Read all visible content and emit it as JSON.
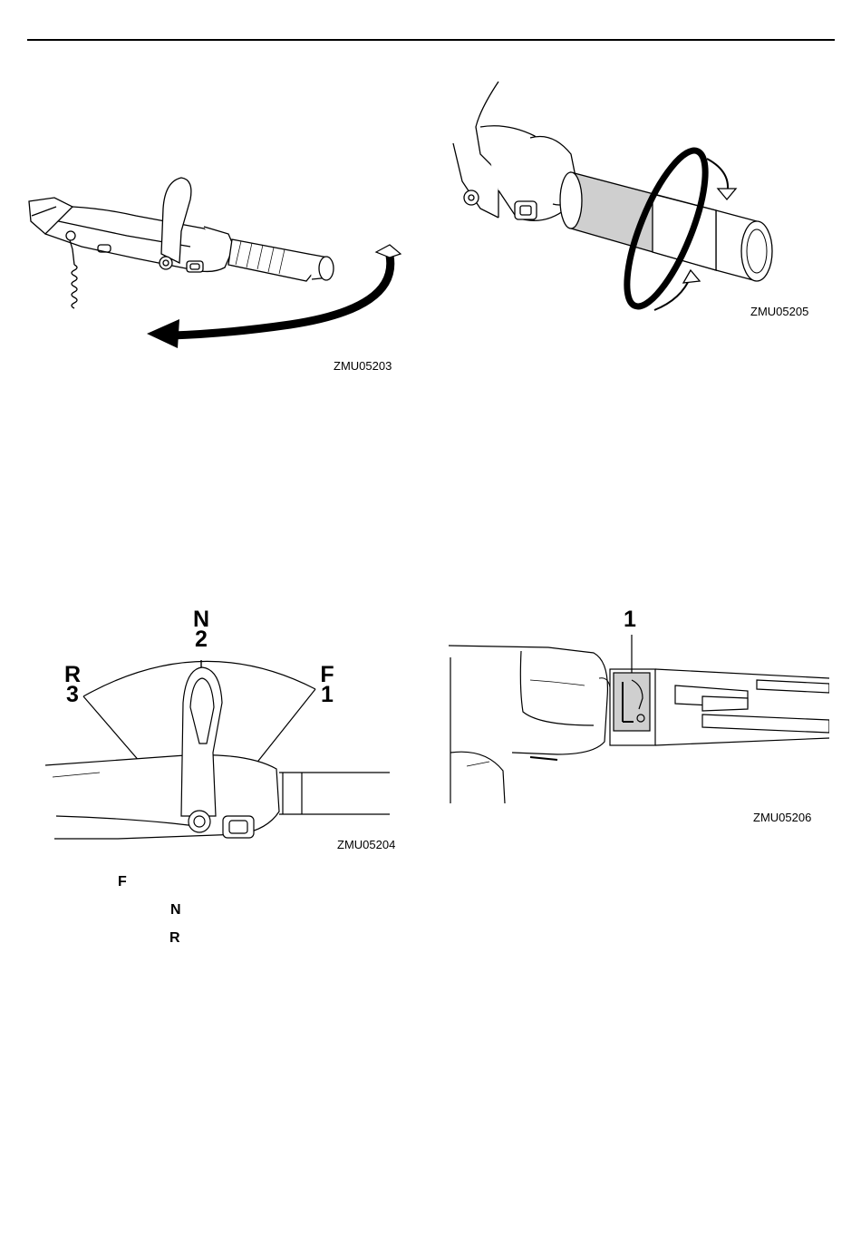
{
  "figures": {
    "fig1": {
      "code": "ZMU05203"
    },
    "fig2": {
      "code": "ZMU05205"
    },
    "fig3": {
      "code": "ZMU05204",
      "pos_n_letter": "N",
      "pos_n_num": "2",
      "pos_r_letter": "R",
      "pos_r_num": "3",
      "pos_f_letter": "F",
      "pos_f_num": "1"
    },
    "fig4": {
      "code": "ZMU05206",
      "callout": "1"
    }
  },
  "legend": {
    "f": "F",
    "n": "N",
    "r": "R"
  }
}
